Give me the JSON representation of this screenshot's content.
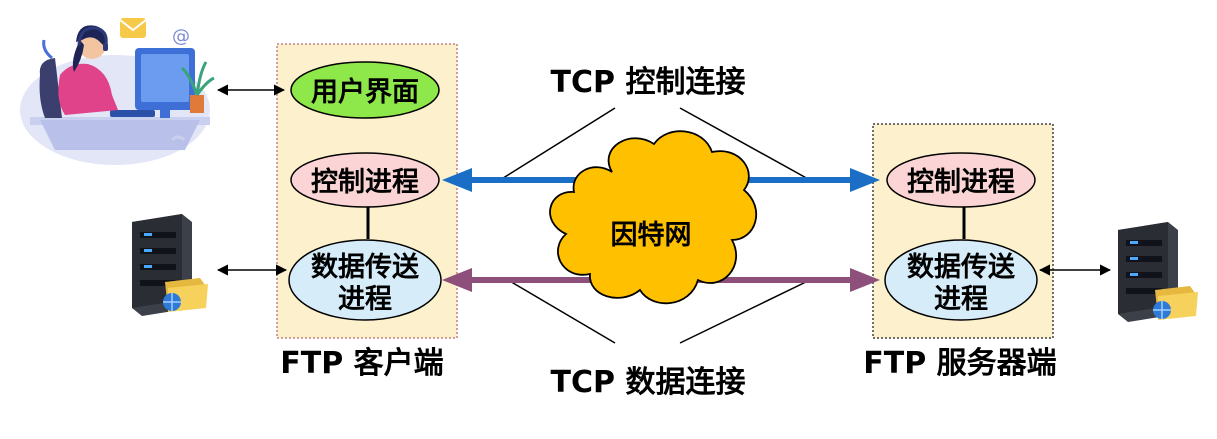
{
  "client": {
    "ui_label": "用户界面",
    "control_label": "控制进程",
    "data_label_line1": "数据传送",
    "data_label_line2": "进程",
    "caption": "FTP 客户端"
  },
  "server": {
    "control_label": "控制进程",
    "data_label_line1": "数据传送",
    "data_label_line2": "进程",
    "caption": "FTP 服务器端"
  },
  "network": {
    "label": "因特网"
  },
  "connections": {
    "control_label": "TCP 控制连接",
    "data_label": "TCP 数据连接"
  },
  "colors": {
    "panel_fill": "#fdf0cc",
    "panel_border": "#c08080",
    "ui_fill": "#8ee84a",
    "control_fill": "#fbd5d5",
    "data_fill": "#d6ecf9",
    "cloud_fill": "#ffc000",
    "control_arrow": "#1a6ec6",
    "data_arrow": "#8e4f7a"
  }
}
